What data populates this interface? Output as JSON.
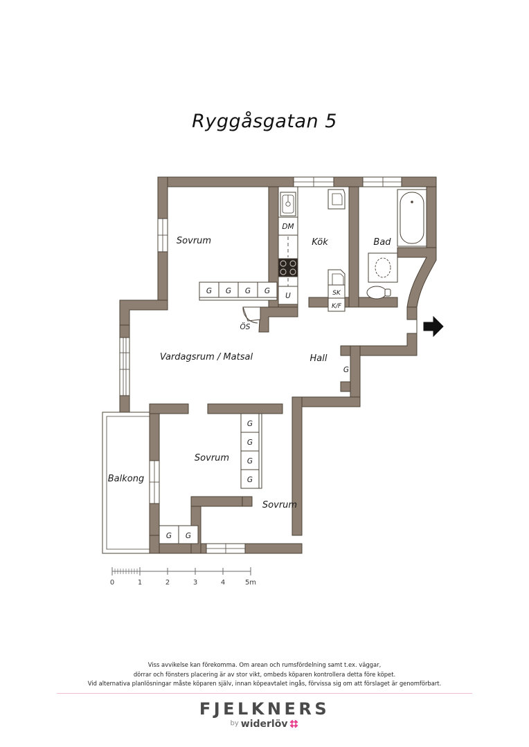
{
  "title": "Ryggåsgatan 5",
  "plan": {
    "wall_color": "#8d7f72",
    "fill_color": "#ffffff",
    "outline_color": "#4a4036",
    "rooms": [
      {
        "name": "sovrum-top",
        "label": "Sovrum"
      },
      {
        "name": "kok",
        "label": "Kök"
      },
      {
        "name": "bad",
        "label": "Bad"
      },
      {
        "name": "vardagsrum",
        "label": "Vardagsrum / Matsal"
      },
      {
        "name": "hall",
        "label": "Hall"
      },
      {
        "name": "balkong",
        "label": "Balkong"
      },
      {
        "name": "sovrum-left",
        "label": "Sovrum"
      },
      {
        "name": "sovrum-bottom",
        "label": "Sovrum"
      }
    ],
    "fixtures": [
      {
        "name": "dishwasher",
        "label": "DM"
      },
      {
        "name": "oven",
        "label": "U"
      },
      {
        "name": "corner-cabinet",
        "label": "ÖS"
      },
      {
        "name": "cabinet",
        "label": "SK"
      },
      {
        "name": "fridge-freezer",
        "label": "K/F"
      }
    ],
    "wardrobe_label": "G",
    "wardrobe_groups": [
      {
        "name": "wardrobes-sovrum-top",
        "count": 4,
        "orientation": "horizontal"
      },
      {
        "name": "wardrobes-sovrum-left",
        "count": 4,
        "orientation": "vertical"
      },
      {
        "name": "wardrobes-bottom-wall",
        "count": 2,
        "orientation": "horizontal"
      },
      {
        "name": "wardrobe-hall",
        "count": 1,
        "orientation": "vertical"
      }
    ],
    "entrance_marker": "entrance-arrow"
  },
  "scale": {
    "ticks": [
      "0",
      "1",
      "2",
      "3",
      "4",
      "5m"
    ],
    "unit": "m",
    "max": 5
  },
  "disclaimer": {
    "line1": "Viss avvikelse kan förekomma. Om arean och rumsfördelning samt t.ex. väggar,",
    "line2": "dörrar och fönsters placering är av stor vikt, ombeds köparen kontrollera detta före köpet.",
    "line3": "Vid alternativa planlösningar måste köparen själv, innan köpeavtalet ingås, förvissa sig om att förslaget är genomförbart."
  },
  "footer": {
    "logo_main": "FJELKNERS",
    "logo_by": "by",
    "logo_brand": "widerlöv",
    "rule_color": "#f2bdd4",
    "mark_color": "#e8418f"
  }
}
